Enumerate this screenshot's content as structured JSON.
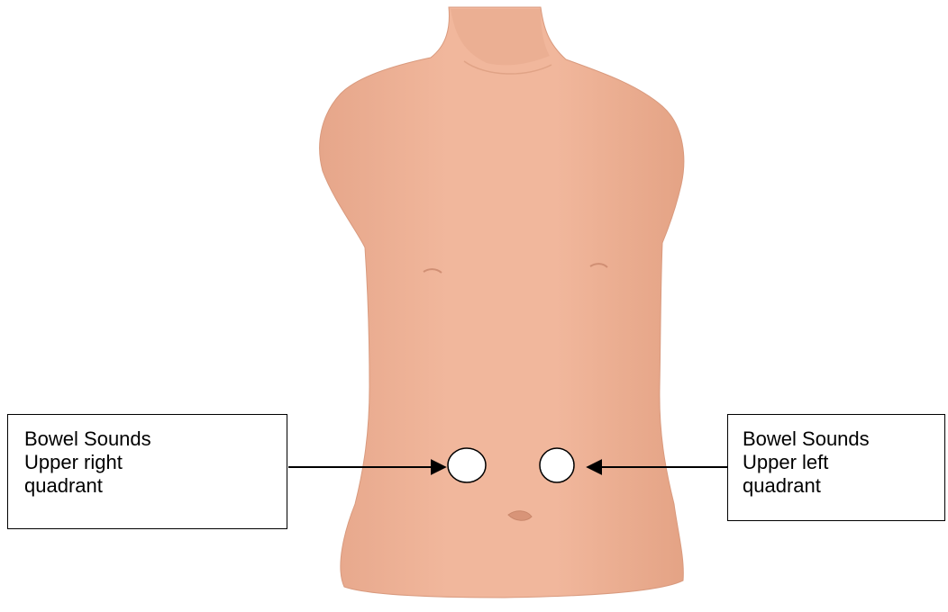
{
  "colors": {
    "skin": "#EDB096",
    "skin_shadow": "#DE9C80",
    "skin_highlight": "#F3BDA3",
    "marker_fill": "#FFFFFF",
    "marker_stroke": "#000000",
    "arrow": "#000000"
  },
  "callouts": {
    "left": {
      "line1": "Bowel Sounds",
      "line2": "Upper right",
      "line3": "quadrant"
    },
    "right": {
      "line1": "Bowel Sounds",
      "line2": "Upper left",
      "line3": "quadrant"
    }
  }
}
